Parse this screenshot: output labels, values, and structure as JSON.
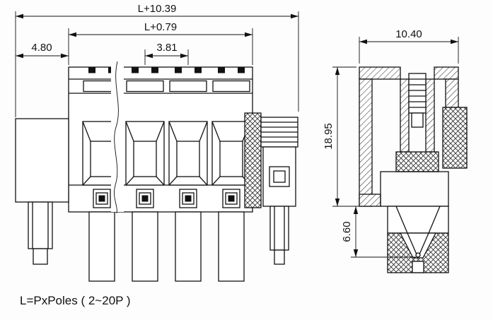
{
  "drawing": {
    "front_view": {
      "dim_total_width": "L+10.39",
      "dim_housing_width": "L+0.79",
      "dim_flange_width": "4.80",
      "dim_pitch": "3.81"
    },
    "side_view": {
      "dim_depth": "10.40",
      "dim_height": "18.95",
      "dim_lower_height": "6.60"
    },
    "notes": {
      "length_formula": "L=PxPoles ( 2~20P )"
    }
  }
}
